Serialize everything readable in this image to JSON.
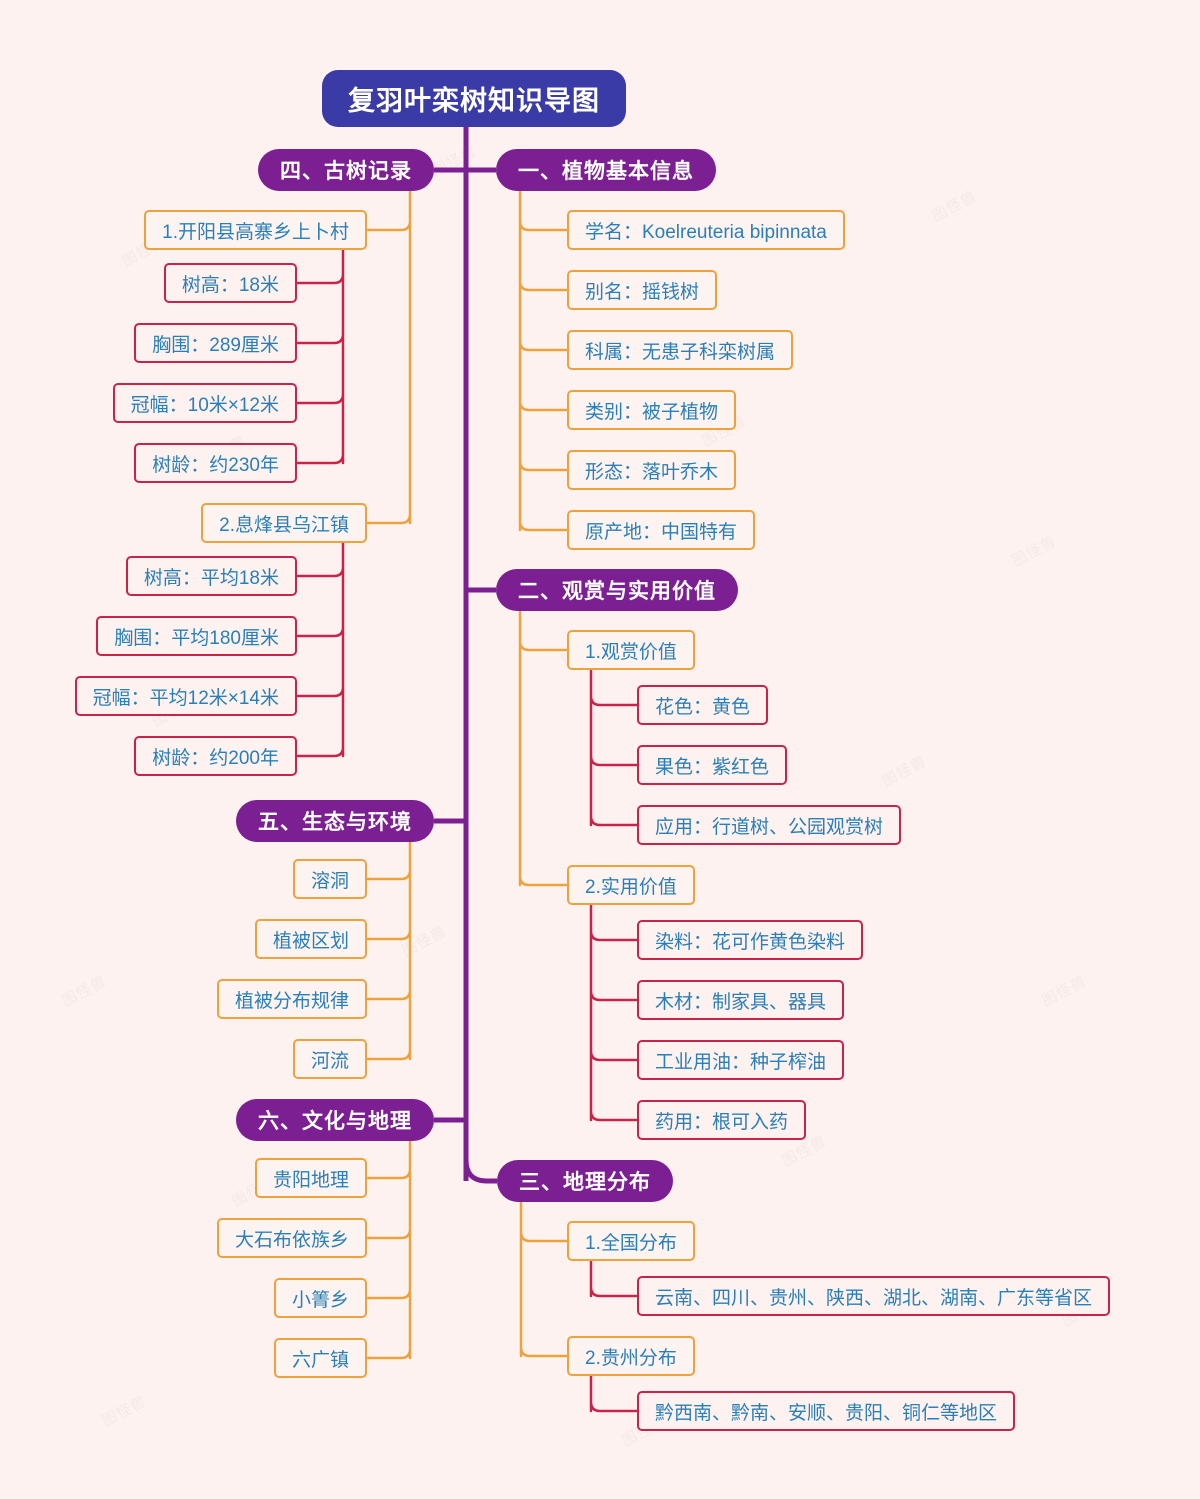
{
  "meta": {
    "background": "#fdf2ef",
    "root_color": "#3a3ba6",
    "branch_color": "#7b1f92",
    "level2_border": "#eda23e",
    "level3_border": "#c9234c",
    "node_text_color": "#2a7fb8",
    "watermark_text": "图怪兽"
  },
  "root": {
    "label": "复羽叶栾树知识导图"
  },
  "branches": [
    {
      "id": "sec1",
      "label": "一、植物基本信息",
      "children": [
        {
          "label": "学名：Koelreuteria bipinnata"
        },
        {
          "label": "别名：摇钱树"
        },
        {
          "label": "科属：无患子科栾树属"
        },
        {
          "label": "类别：被子植物"
        },
        {
          "label": "形态：落叶乔木"
        },
        {
          "label": "原产地：中国特有"
        }
      ]
    },
    {
      "id": "sec2",
      "label": "二、观赏与实用价值",
      "children": [
        {
          "label": "1.观赏价值",
          "children": [
            {
              "label": "花色：黄色"
            },
            {
              "label": "果色：紫红色"
            },
            {
              "label": "应用：行道树、公园观赏树"
            }
          ]
        },
        {
          "label": "2.实用价值",
          "children": [
            {
              "label": "染料：花可作黄色染料"
            },
            {
              "label": "木材：制家具、器具"
            },
            {
              "label": "工业用油：种子榨油"
            },
            {
              "label": "药用：根可入药"
            }
          ]
        }
      ]
    },
    {
      "id": "sec3",
      "label": "三、地理分布",
      "children": [
        {
          "label": "1.全国分布",
          "children": [
            {
              "label": "云南、四川、贵州、陕西、湖北、湖南、广东等省区"
            }
          ]
        },
        {
          "label": "2.贵州分布",
          "children": [
            {
              "label": "黔西南、黔南、安顺、贵阳、铜仁等地区"
            }
          ]
        }
      ]
    },
    {
      "id": "sec4",
      "label": "四、古树记录",
      "children": [
        {
          "label": "1.开阳县高寨乡上卜村",
          "children": [
            {
              "label": "树高：18米"
            },
            {
              "label": "胸围：289厘米"
            },
            {
              "label": "冠幅：10米×12米"
            },
            {
              "label": "树龄：约230年"
            }
          ]
        },
        {
          "label": "2.息烽县乌江镇",
          "children": [
            {
              "label": "树高：平均18米"
            },
            {
              "label": "胸围：平均180厘米"
            },
            {
              "label": "冠幅：平均12米×14米"
            },
            {
              "label": "树龄：约200年"
            }
          ]
        }
      ]
    },
    {
      "id": "sec5",
      "label": "五、生态与环境",
      "children": [
        {
          "label": "溶洞"
        },
        {
          "label": "植被区划"
        },
        {
          "label": "植被分布规律"
        },
        {
          "label": "河流"
        }
      ]
    },
    {
      "id": "sec6",
      "label": "六、文化与地理",
      "children": [
        {
          "label": "贵阳地理"
        },
        {
          "label": "大石布依族乡"
        },
        {
          "label": "小箐乡"
        },
        {
          "label": "六广镇"
        }
      ]
    }
  ]
}
